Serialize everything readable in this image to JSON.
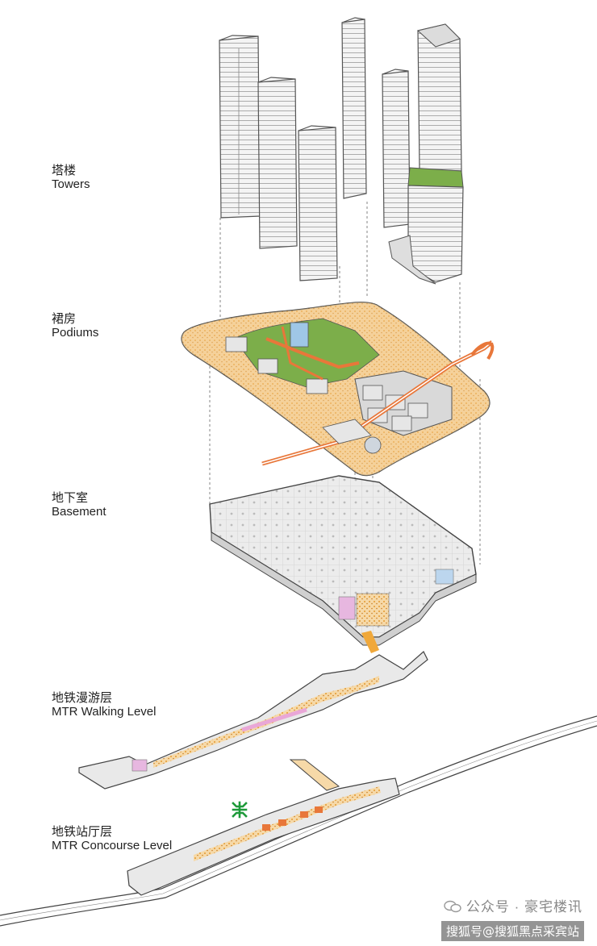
{
  "layers": [
    {
      "zh": "塔楼",
      "en": "Towers"
    },
    {
      "zh": "裙房",
      "en": "Podiums"
    },
    {
      "zh": "地下室",
      "en": "Basement"
    },
    {
      "zh": "地铁漫游层",
      "en": "MTR Walking Level"
    },
    {
      "zh": "地铁站厅层",
      "en": "MTR Concourse Level"
    }
  ],
  "watermark": "公众号 · 豪宅楼讯",
  "footer_caption": "搜狐号@搜狐黑点采宾站",
  "colors": {
    "tower_fill": "#f2f2f2",
    "tower_stroke": "#555555",
    "podium_ground": "#f3c98b",
    "podium_green": "#7cae4a",
    "podium_path": "#e8773a",
    "basement_fill": "#e9e9e9",
    "walkway_orange": "#f0a83a",
    "mtr_logo": "#1e9a3a",
    "rail": "#444444"
  }
}
